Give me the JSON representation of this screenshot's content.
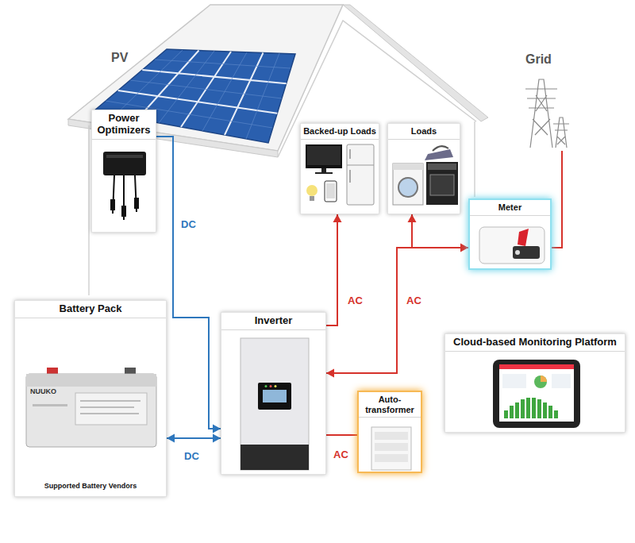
{
  "diagram": {
    "nodes": [
      {
        "text": [
          "Power Optimizers"
        ]
      },
      {
        "text": [
          "Backed-up Loads"
        ]
      },
      {
        "text": [
          "Loads"
        ]
      },
      {
        "text": [
          "Meter"
        ]
      },
      {
        "text": [
          "Battery Pack",
          "Supported Battery Vendors"
        ]
      },
      {
        "text": [
          "Inverter"
        ]
      },
      {
        "text": [
          "Cloud-based Monitoring Platform"
        ]
      },
      {
        "text": [
          "Auto-transformer"
        ]
      }
    ],
    "edges": [
      {
        "from": 0,
        "to": 5,
        "arrow": "to",
        "label": "DC"
      },
      {
        "from": 4,
        "to": 5,
        "arrow": "both",
        "label": "DC"
      },
      {
        "from": 5,
        "to": 1,
        "arrow": "to",
        "label": "AC"
      },
      {
        "from": 5,
        "to": 2,
        "arrow": "to",
        "label": "AC"
      },
      {
        "from": 5,
        "to": 3,
        "arrow": "both"
      },
      {
        "from": 5,
        "to": 7,
        "arrow": "none",
        "label": "AC"
      }
    ],
    "labels": [
      "PV",
      "Grid",
      "NUUKO"
    ]
  }
}
